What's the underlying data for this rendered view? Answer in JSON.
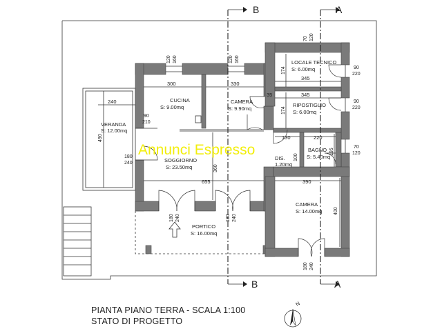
{
  "title": {
    "line1": "PIANTA PIANO TERRA - SCALA 1:100",
    "line2": "STATO  DI  PROGETTO"
  },
  "watermark": "Annunci Espresso",
  "north_label": "N",
  "sections": {
    "top_left": "B",
    "top_right": "A",
    "bottom_left": "B",
    "bottom_right": "A"
  },
  "rooms": {
    "locale_tecnico": {
      "name": "LOCALE TECNICO",
      "area": "S: 6.00mq"
    },
    "ripostiglio": {
      "name": "RIPOSTIGLIO",
      "area": "S: 6.00mq"
    },
    "cucina": {
      "name": "CUCINA",
      "area": "S:  9.00mq"
    },
    "camera1": {
      "name": "CAMERA",
      "area": "S: 9.90mq"
    },
    "veranda": {
      "name": "VERANDA",
      "area": "S:  12.00mq"
    },
    "soggiorno": {
      "name": "SOGGIORNO",
      "area": "S:  23.50mq"
    },
    "bagno": {
      "name": "BAGNO",
      "area": "S: 5.40mq"
    },
    "dis": {
      "name": "DIS.",
      "area": "1.20mq"
    },
    "camera2": {
      "name": "CAMERA",
      "area": "S: 14.00mq"
    },
    "portico": {
      "name": "PORTICO",
      "area": "S:  16.00mq"
    }
  },
  "dimensions": {
    "d300": "300",
    "d330": "330",
    "d345": "345",
    "d345b": "345",
    "d240": "240",
    "d490": "490",
    "d174a": "174",
    "d174b": "174",
    "d130": "130",
    "d220": "220",
    "d195": "195",
    "d100": "100",
    "d360": "360",
    "d655": "655",
    "d390": "390",
    "d400": "400",
    "d35": "35"
  },
  "openings": {
    "w_cucina": [
      "120",
      "160"
    ],
    "w_camera": [
      "120",
      "160"
    ],
    "w_top_right": [
      "70",
      "120"
    ],
    "d_locale": [
      "90",
      "220"
    ],
    "d_ripost": [
      "90",
      "220"
    ],
    "d_bagno": [
      "70",
      "120"
    ],
    "d_cucina": [
      "90",
      "210"
    ],
    "d_soggiorno": [
      "180",
      "240"
    ],
    "d_portico1": [
      "180",
      "240"
    ],
    "d_portico2": [
      "180",
      "240"
    ],
    "d_camera2": [
      "180",
      "240"
    ]
  }
}
